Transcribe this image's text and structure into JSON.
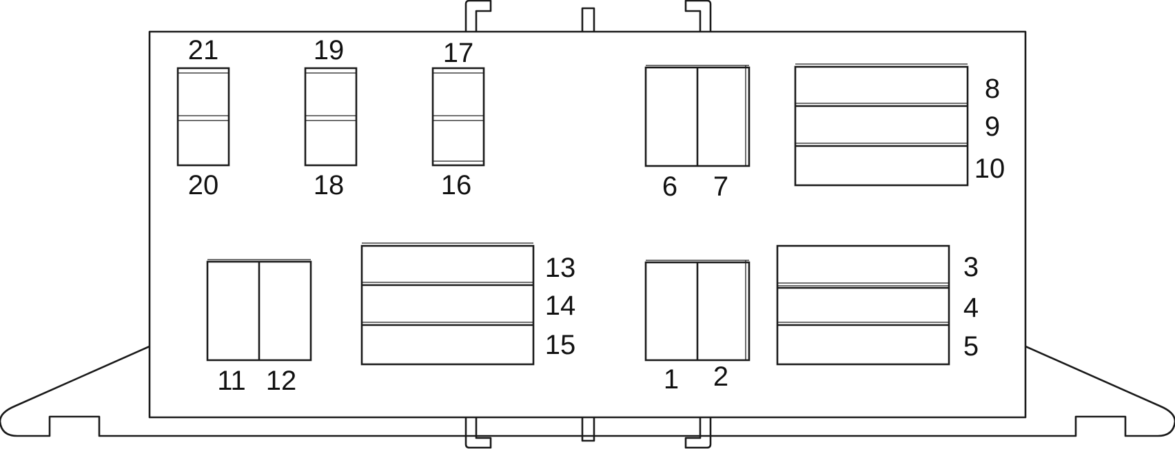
{
  "diagram": {
    "positions": {
      "p1": "1",
      "p2": "2",
      "p3": "3",
      "p4": "4",
      "p5": "5",
      "p6": "6",
      "p7": "7",
      "p8": "8",
      "p9": "9",
      "p10": "10",
      "p11": "11",
      "p12": "12",
      "p13": "13",
      "p14": "14",
      "p15": "15",
      "p16": "16",
      "p17": "17",
      "p18": "18",
      "p19": "19",
      "p20": "20",
      "p21": "21"
    }
  }
}
